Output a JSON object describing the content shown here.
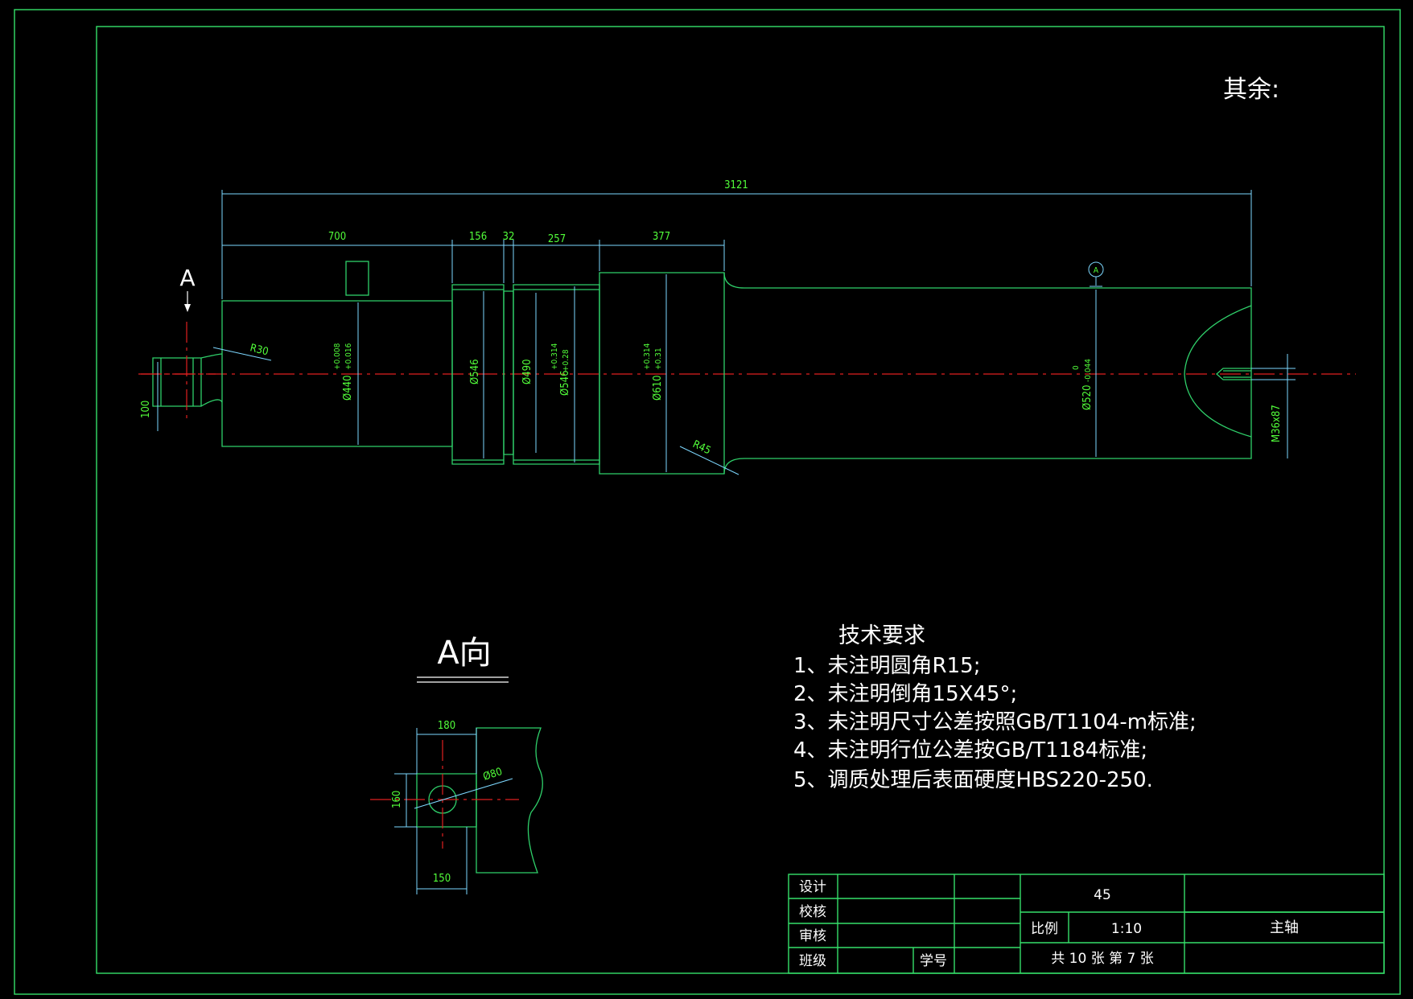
{
  "colors": {
    "background": "#000000",
    "geometry": "#2fd06a",
    "dimension": "#7dd8ff",
    "centerline": "#e02020",
    "dim_text": "#52ff3a",
    "annotation_text": "#ffffff"
  },
  "header": {
    "roughness_note": "其余:"
  },
  "view": {
    "arrow_label": "A",
    "datum_label": "A"
  },
  "dimensions": {
    "overall": "3121",
    "seg1": "700",
    "seg2": "156",
    "seg3": "32",
    "seg4": "257",
    "seg5": "377",
    "r30": "R30",
    "r45": "R45",
    "d440_tol_top": "+0.008",
    "d440_tol_bot": "+0.016",
    "d440": "Ø440",
    "d546a": "Ø546",
    "d490": "Ø490",
    "d546_tol_top": "+0.314",
    "d546_tol_bot": "+0.28",
    "d546b": "Ø546",
    "d610_tol_top": "+0.314",
    "d610_tol_bot": "+0.31",
    "d610": "Ø610",
    "d520_tol_top": "0",
    "d520_tol_bot": "-0.044",
    "d520": "Ø520",
    "thread": "M36x87",
    "d100": "100"
  },
  "view_a": {
    "title": "A向",
    "dim_180": "180",
    "dim_160": "160",
    "dim_150": "150",
    "dim_d80": "Ø80"
  },
  "requirements": {
    "title": "技术要求",
    "items": [
      "1、未注明圆角R15;",
      "2、未注明倒角15X45°;",
      "3、未注明尺寸公差按照GB/T1104-m标准;",
      "4、未注明行位公差按GB/T1184标准;",
      "5、调质处理后表面硬度HBS220-250."
    ]
  },
  "title_block": {
    "design": "设计",
    "check": "校核",
    "review": "审核",
    "class": "班级",
    "student_no": "学号",
    "material": "45",
    "scale_label": "比例",
    "scale_value": "1:10",
    "part_name": "主轴",
    "sheets": "共 10 张   第 7 张"
  }
}
